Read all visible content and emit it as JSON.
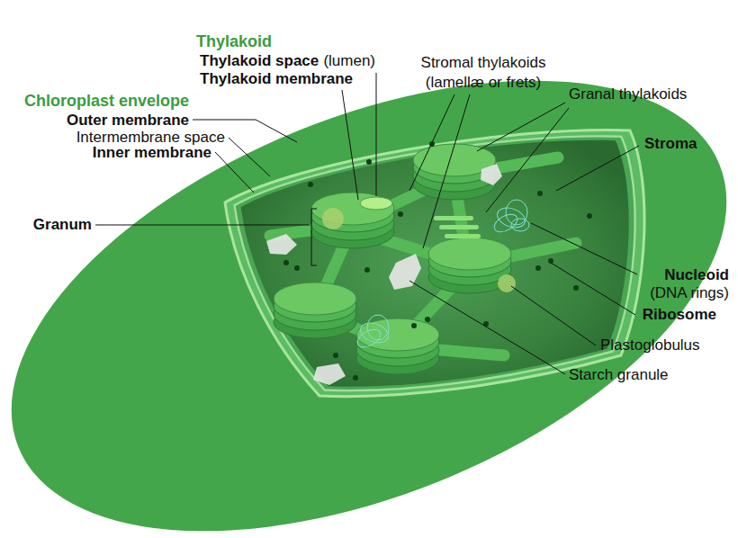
{
  "diagram": {
    "labels": [
      "Thylakoid",
      "Thylakoid space",
      "(lumen)",
      "Thylakoid membrane",
      "Stromal thylakoids",
      "(lamellæ or frets)",
      "Granal thylakoids",
      "Chloroplast envelope",
      "Outer membrane",
      "Intermembrane space",
      "Inner membrane",
      "Stroma",
      "Granum",
      "Nucleoid",
      "(DNA rings)",
      "Ribosome",
      "Plastoglobulus",
      "Starch granule"
    ]
  }
}
